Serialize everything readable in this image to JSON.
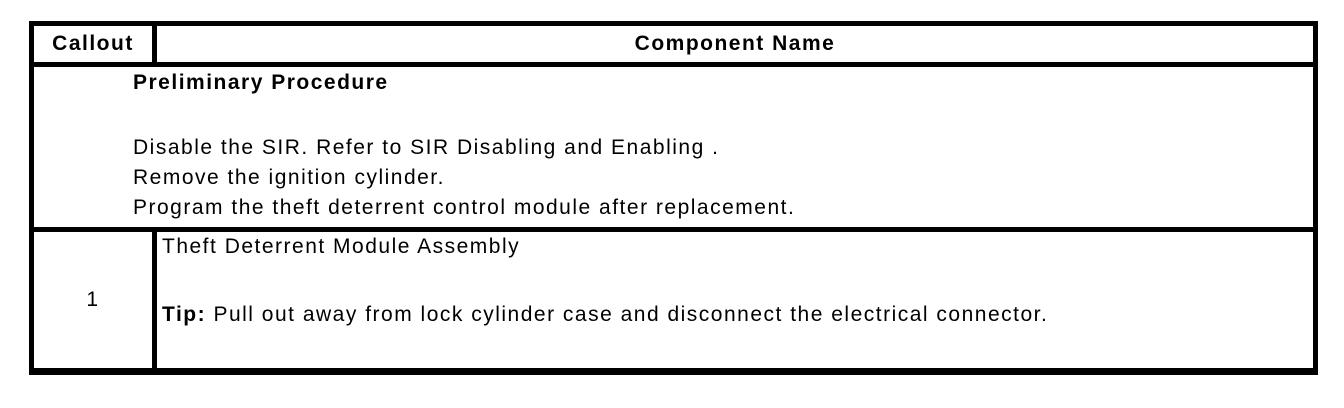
{
  "colors": {
    "background": "#ffffff",
    "text": "#000000",
    "border": "#000000"
  },
  "table": {
    "header": {
      "callout_label": "Callout",
      "component_label": "Component Name"
    },
    "preliminary": {
      "title": "Preliminary Procedure",
      "steps": [
        "Disable the SIR. Refer to SIR Disabling and Enabling .",
        "Remove the ignition cylinder.",
        "Program the theft deterrent control module after replacement."
      ]
    },
    "rows": [
      {
        "callout": "1",
        "component_name": "Theft Deterrent Module Assembly",
        "tip_label": "Tip:",
        "tip_text": "Pull out away from lock cylinder case and disconnect the electrical connector."
      }
    ]
  }
}
